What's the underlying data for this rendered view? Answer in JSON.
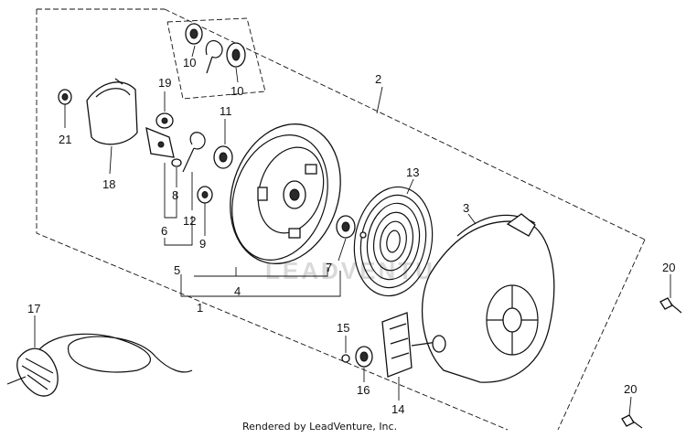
{
  "diagram": {
    "footer_text": "Rendered by LeadVenture, Inc.",
    "watermark_text": "LEADVENTURE",
    "callouts": {
      "c1": "1",
      "c2": "2",
      "c3": "3",
      "c4": "4",
      "c5": "5",
      "c6": "6",
      "c7": "7",
      "c8": "8",
      "c9": "9",
      "c10a": "10",
      "c10b": "10",
      "c11": "11",
      "c12": "12",
      "c13": "13",
      "c14": "14",
      "c15": "15",
      "c16": "16",
      "c17": "17",
      "c18": "18",
      "c19": "19",
      "c20a": "20",
      "c20b": "20",
      "c21": "21"
    }
  }
}
